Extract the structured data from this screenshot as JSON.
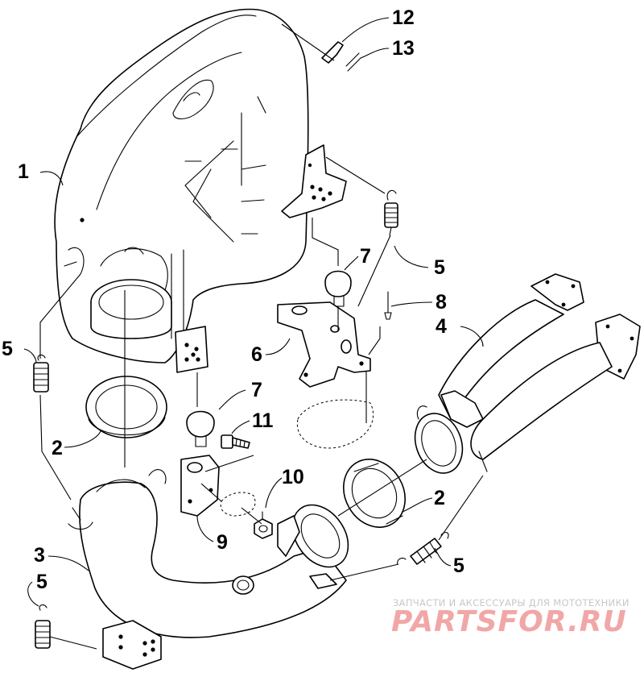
{
  "callouts": {
    "c1": "1",
    "c2a": "2",
    "c2b": "2",
    "c3": "3",
    "c4": "4",
    "c5a": "5",
    "c5b": "5",
    "c5c": "5",
    "c5d": "5",
    "c6": "6",
    "c7a": "7",
    "c7b": "7",
    "c8": "8",
    "c9": "9",
    "c10": "10",
    "c11": "11",
    "c12": "12",
    "c13": "13"
  },
  "watermark": {
    "subtitle": "ЗАПЧАСТИ И АКСЕССУАРЫ ДЛЯ МОТОТЕХНИКИ",
    "logo": "PARTSFOR.RU"
  }
}
